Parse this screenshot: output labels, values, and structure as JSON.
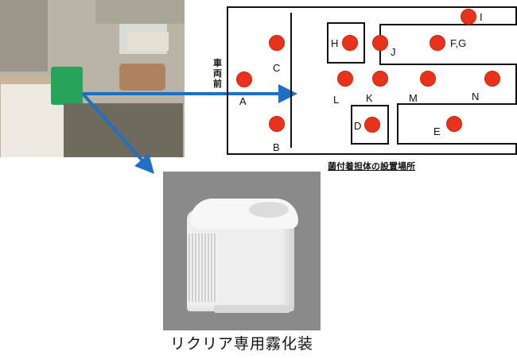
{
  "diagram": {
    "title": "菌付着担体の設置場所",
    "vehicle_front_label": [
      "車",
      "両",
      "前"
    ],
    "points": [
      {
        "id": "A",
        "label": "A"
      },
      {
        "id": "B",
        "label": "B"
      },
      {
        "id": "C",
        "label": "C"
      },
      {
        "id": "D",
        "label": "D"
      },
      {
        "id": "E",
        "label": "E"
      },
      {
        "id": "FG",
        "label": "F,G"
      },
      {
        "id": "H",
        "label": "H"
      },
      {
        "id": "I",
        "label": "I"
      },
      {
        "id": "J",
        "label": "J"
      },
      {
        "id": "K",
        "label": "K"
      },
      {
        "id": "L",
        "label": "L"
      },
      {
        "id": "M",
        "label": "M"
      },
      {
        "id": "N",
        "label": "N"
      }
    ]
  },
  "product": {
    "caption": "リクリア専用霧化装"
  },
  "colors": {
    "marker": "#e8321c",
    "arrow": "#1f6fc5",
    "device_green": "#27a35a"
  }
}
